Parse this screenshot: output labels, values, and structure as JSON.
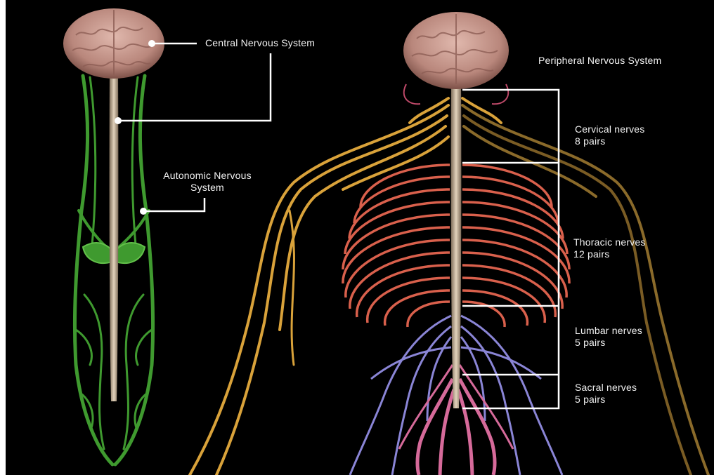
{
  "colors": {
    "background": "#000000",
    "leader": "#ffffff",
    "label": "#f2f2f2",
    "autonomic": "#3f9a2f",
    "cervical": "#d9a23a",
    "thoracic": "#d9604c",
    "lumbar": "#8a85d6",
    "sacral": "#d66a9a",
    "brain": "#c99c93",
    "spinal_cord": "#c8b49a"
  },
  "labels": {
    "cns": "Central Nervous System",
    "ans": "Autonomic Nervous\nSystem",
    "pns": "Peripheral Nervous System",
    "cervical": {
      "name": "Cervical nerves",
      "pairs": "8 pairs"
    },
    "thoracic": {
      "name": "Thoracic nerves",
      "pairs": "12 pairs"
    },
    "lumbar": {
      "name": "Lumbar nerves",
      "pairs": "5 pairs"
    },
    "sacral": {
      "name": "Sacral nerves",
      "pairs": "5 pairs"
    }
  },
  "icons": [
    "brain-icon",
    "spinal-cord-icon"
  ]
}
